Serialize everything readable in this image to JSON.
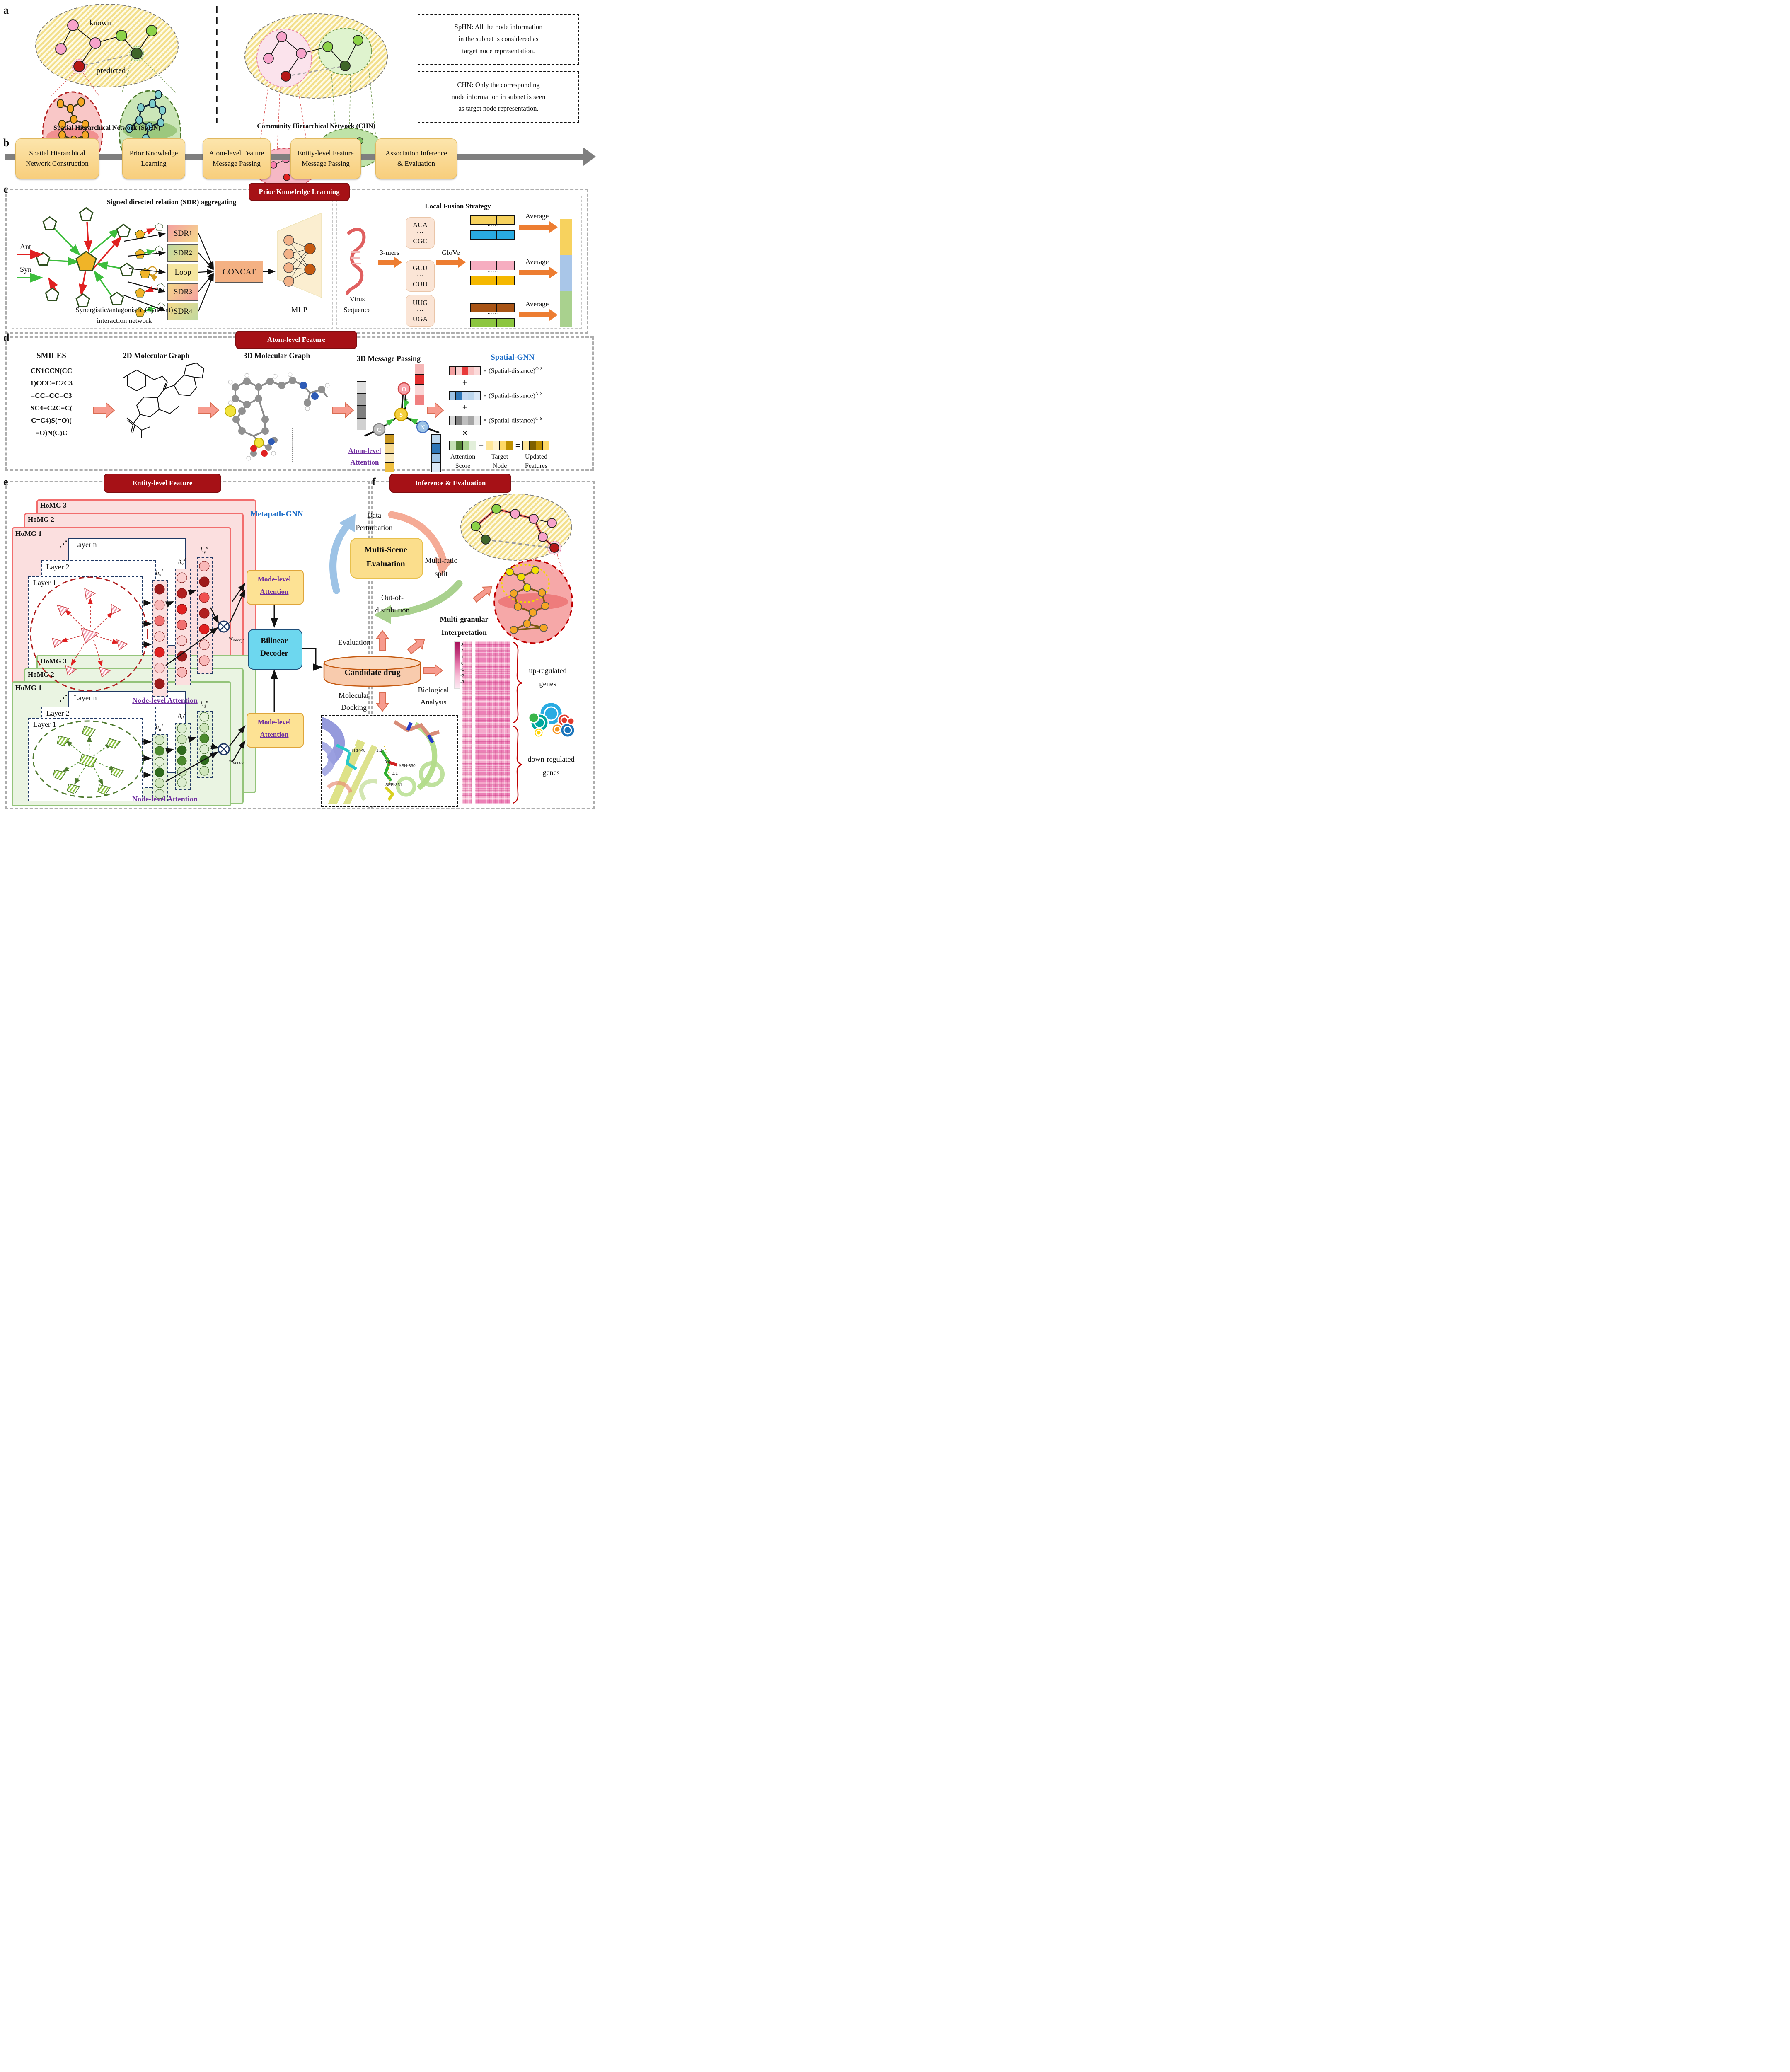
{
  "panel_labels": {
    "a": "a",
    "b": "b",
    "c": "c",
    "d": "d",
    "e": "e",
    "f": "f"
  },
  "colors": {
    "banner_red": "#A61116",
    "pipeline_yellow": "#F8CE7C",
    "purple_attention": "#7030A0",
    "gnn_blue": "#1F6FC9",
    "salmon_arrow": "#F79B8E",
    "orange_arrow": "#ED7D31",
    "card_pink": "#FBDFDF",
    "card_pink_border": "#F26D6D",
    "card_green": "#EAF4E2",
    "card_green_border": "#94C47A",
    "bilinear_cyan": "#6DD7EF",
    "mode_yellow": "#FDE294",
    "cylinder": "#F8CBAD",
    "heatmap_pink": "#F292BE"
  },
  "a": {
    "known": "known",
    "predicted": "predicted",
    "sphn_caption": "Spatial Hierarchical Network (SpHN)",
    "chn_caption": "Community Hierarchical Network (CHN)",
    "note_sphn": [
      "SpHN: All the node information",
      "in the subnet is considered as",
      "target node representation."
    ],
    "note_chn": [
      "CHN: Only the corresponding",
      "node information in subnet is seen",
      "as target node representation."
    ]
  },
  "b": {
    "steps": [
      {
        "l1": "Spatial Hierarchical",
        "l2": "Network Construction"
      },
      {
        "l1": "Prior Knowledge",
        "l2": "Learning"
      },
      {
        "l1": "Atom-level Feature",
        "l2": "Message Passing"
      },
      {
        "l1": "Entity-level Feature",
        "l2": "Message Passing"
      },
      {
        "l1": "Association Inference",
        "l2": "& Evaluation"
      }
    ]
  },
  "c": {
    "banner": "Prior Knowledge Learning",
    "sdr_title": "Signed directed relation (SDR) aggregating",
    "ant": "Ant",
    "syn": "Syn",
    "caption1": "Synergistic/antagonistic (Syn/Ant)",
    "caption2": "interaction network",
    "sdr_boxes": [
      {
        "b": "SDR",
        "s": "1"
      },
      {
        "b": "SDR",
        "s": "2"
      },
      {
        "b": "Loop",
        "s": ""
      },
      {
        "b": "SDR",
        "s": "3"
      },
      {
        "b": "SDR",
        "s": "4"
      }
    ],
    "concat": "CONCAT",
    "mlp": "MLP",
    "fusion_title": "Local Fusion Strategy",
    "virus1": "Virus",
    "virus2": "Sequence",
    "three_mers": "3-mers",
    "glove": "GloVe",
    "average": "Average",
    "dots": "⋯ ⋯",
    "kmers": [
      {
        "top": "ACA",
        "mid": "⋯",
        "bot": "CGC"
      },
      {
        "top": "GCU",
        "mid": "⋯",
        "bot": "CUU"
      },
      {
        "top": "UUG",
        "mid": "⋯",
        "bot": "UGA"
      }
    ]
  },
  "d": {
    "banner": "Atom-level Feature",
    "smiles_title": "SMILES",
    "smiles": [
      "CN1CCN(CC",
      "1)CCC=C2C3",
      "=CC=CC=C3",
      "SC4=C2C=C(",
      "C=C4)S(=O)(",
      "=O)N(C)C"
    ],
    "g2d": "2D Molecular Graph",
    "g3d": "3D Molecular Graph",
    "mp": "3D Message Passing",
    "gnn": "Spatial-GNN",
    "atoms": {
      "C": "C",
      "S": "S",
      "N": "N",
      "O": "O"
    },
    "times": "×",
    "plus": "+",
    "eq": "=",
    "sd": "(Spatial-distance)",
    "sups": [
      "O-S",
      "N-S",
      "C-S"
    ],
    "att1": "Attention",
    "att2": "Score",
    "tn1": "Target",
    "tn2": "Node",
    "uf1": "Updated",
    "uf2": "Features",
    "aat1": "Atom-level",
    "aat2": "Attention"
  },
  "e": {
    "banner": "Entity-level Feature",
    "metapath": "Metapath-GNN",
    "homg": [
      "HoMG 3",
      "HoMG 2",
      "HoMG 1"
    ],
    "layers": [
      "Layer n",
      "Layer 2",
      "Layer 1"
    ],
    "dots": "⋰",
    "hv": [
      {
        "b": "h",
        "s": "v",
        "p": "1"
      },
      {
        "b": "h",
        "s": "v",
        "p": "2"
      },
      {
        "b": "h",
        "s": "v",
        "p": "n"
      }
    ],
    "hd": [
      {
        "b": "h",
        "s": "d",
        "p": "1"
      },
      {
        "b": "h",
        "s": "d",
        "p": "2"
      },
      {
        "b": "h",
        "s": "d",
        "p": "n"
      }
    ],
    "wd_b": "w",
    "wd_s": "decay",
    "node_att": "Node-level Attention",
    "mode1": "Mode-level",
    "mode2": "Attention",
    "bil1": "Bilinear",
    "bil2": "Decoder"
  },
  "f": {
    "banner": "Inference & Evaluation",
    "dp1": "Data",
    "dp2": "Perturbation",
    "mse1": "Multi-Scene",
    "mse2": "Evaluation",
    "mrs1": "Multi-ratio",
    "mrs2": "split",
    "ood1": "Out-of-",
    "ood2": "distribution",
    "mgi1": "Multi-granular",
    "mgi2": "Interpretation",
    "eval": "Evaluation",
    "cd": "Candidate drug",
    "md1": "Molecular",
    "md2": "Docking",
    "ba1": "Biological",
    "ba2": "Analysis",
    "up1": "up-regulated",
    "up2": "genes",
    "down1": "down-regulated",
    "down2": "genes",
    "scale": [
      "3",
      "2",
      "1",
      "0",
      "-1",
      "-2",
      "-3"
    ],
    "dock": [
      "TRP-48",
      "1.8",
      "3.6",
      "ASN-330",
      "3.1",
      "SER-331"
    ]
  }
}
